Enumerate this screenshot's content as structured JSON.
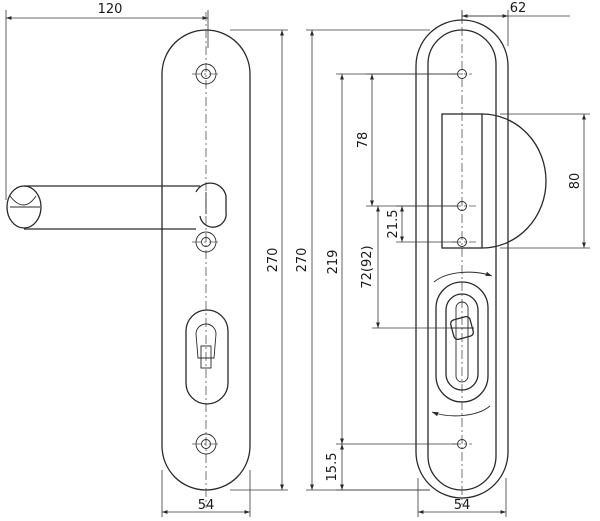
{
  "dimensions": {
    "lever_length": "120",
    "front_width": "54",
    "front_height_inner": "270",
    "front_height_outer": "270",
    "back_width_top": "62",
    "back_width_bottom": "54",
    "rosette_height": "80",
    "hole_to_rosette": "78",
    "hole_spacing": "21.5",
    "distance": "219",
    "backset": "72(92)",
    "bottom_offset": "15.5"
  },
  "colors": {
    "line": "#2a2a2a",
    "background": "#ffffff"
  }
}
